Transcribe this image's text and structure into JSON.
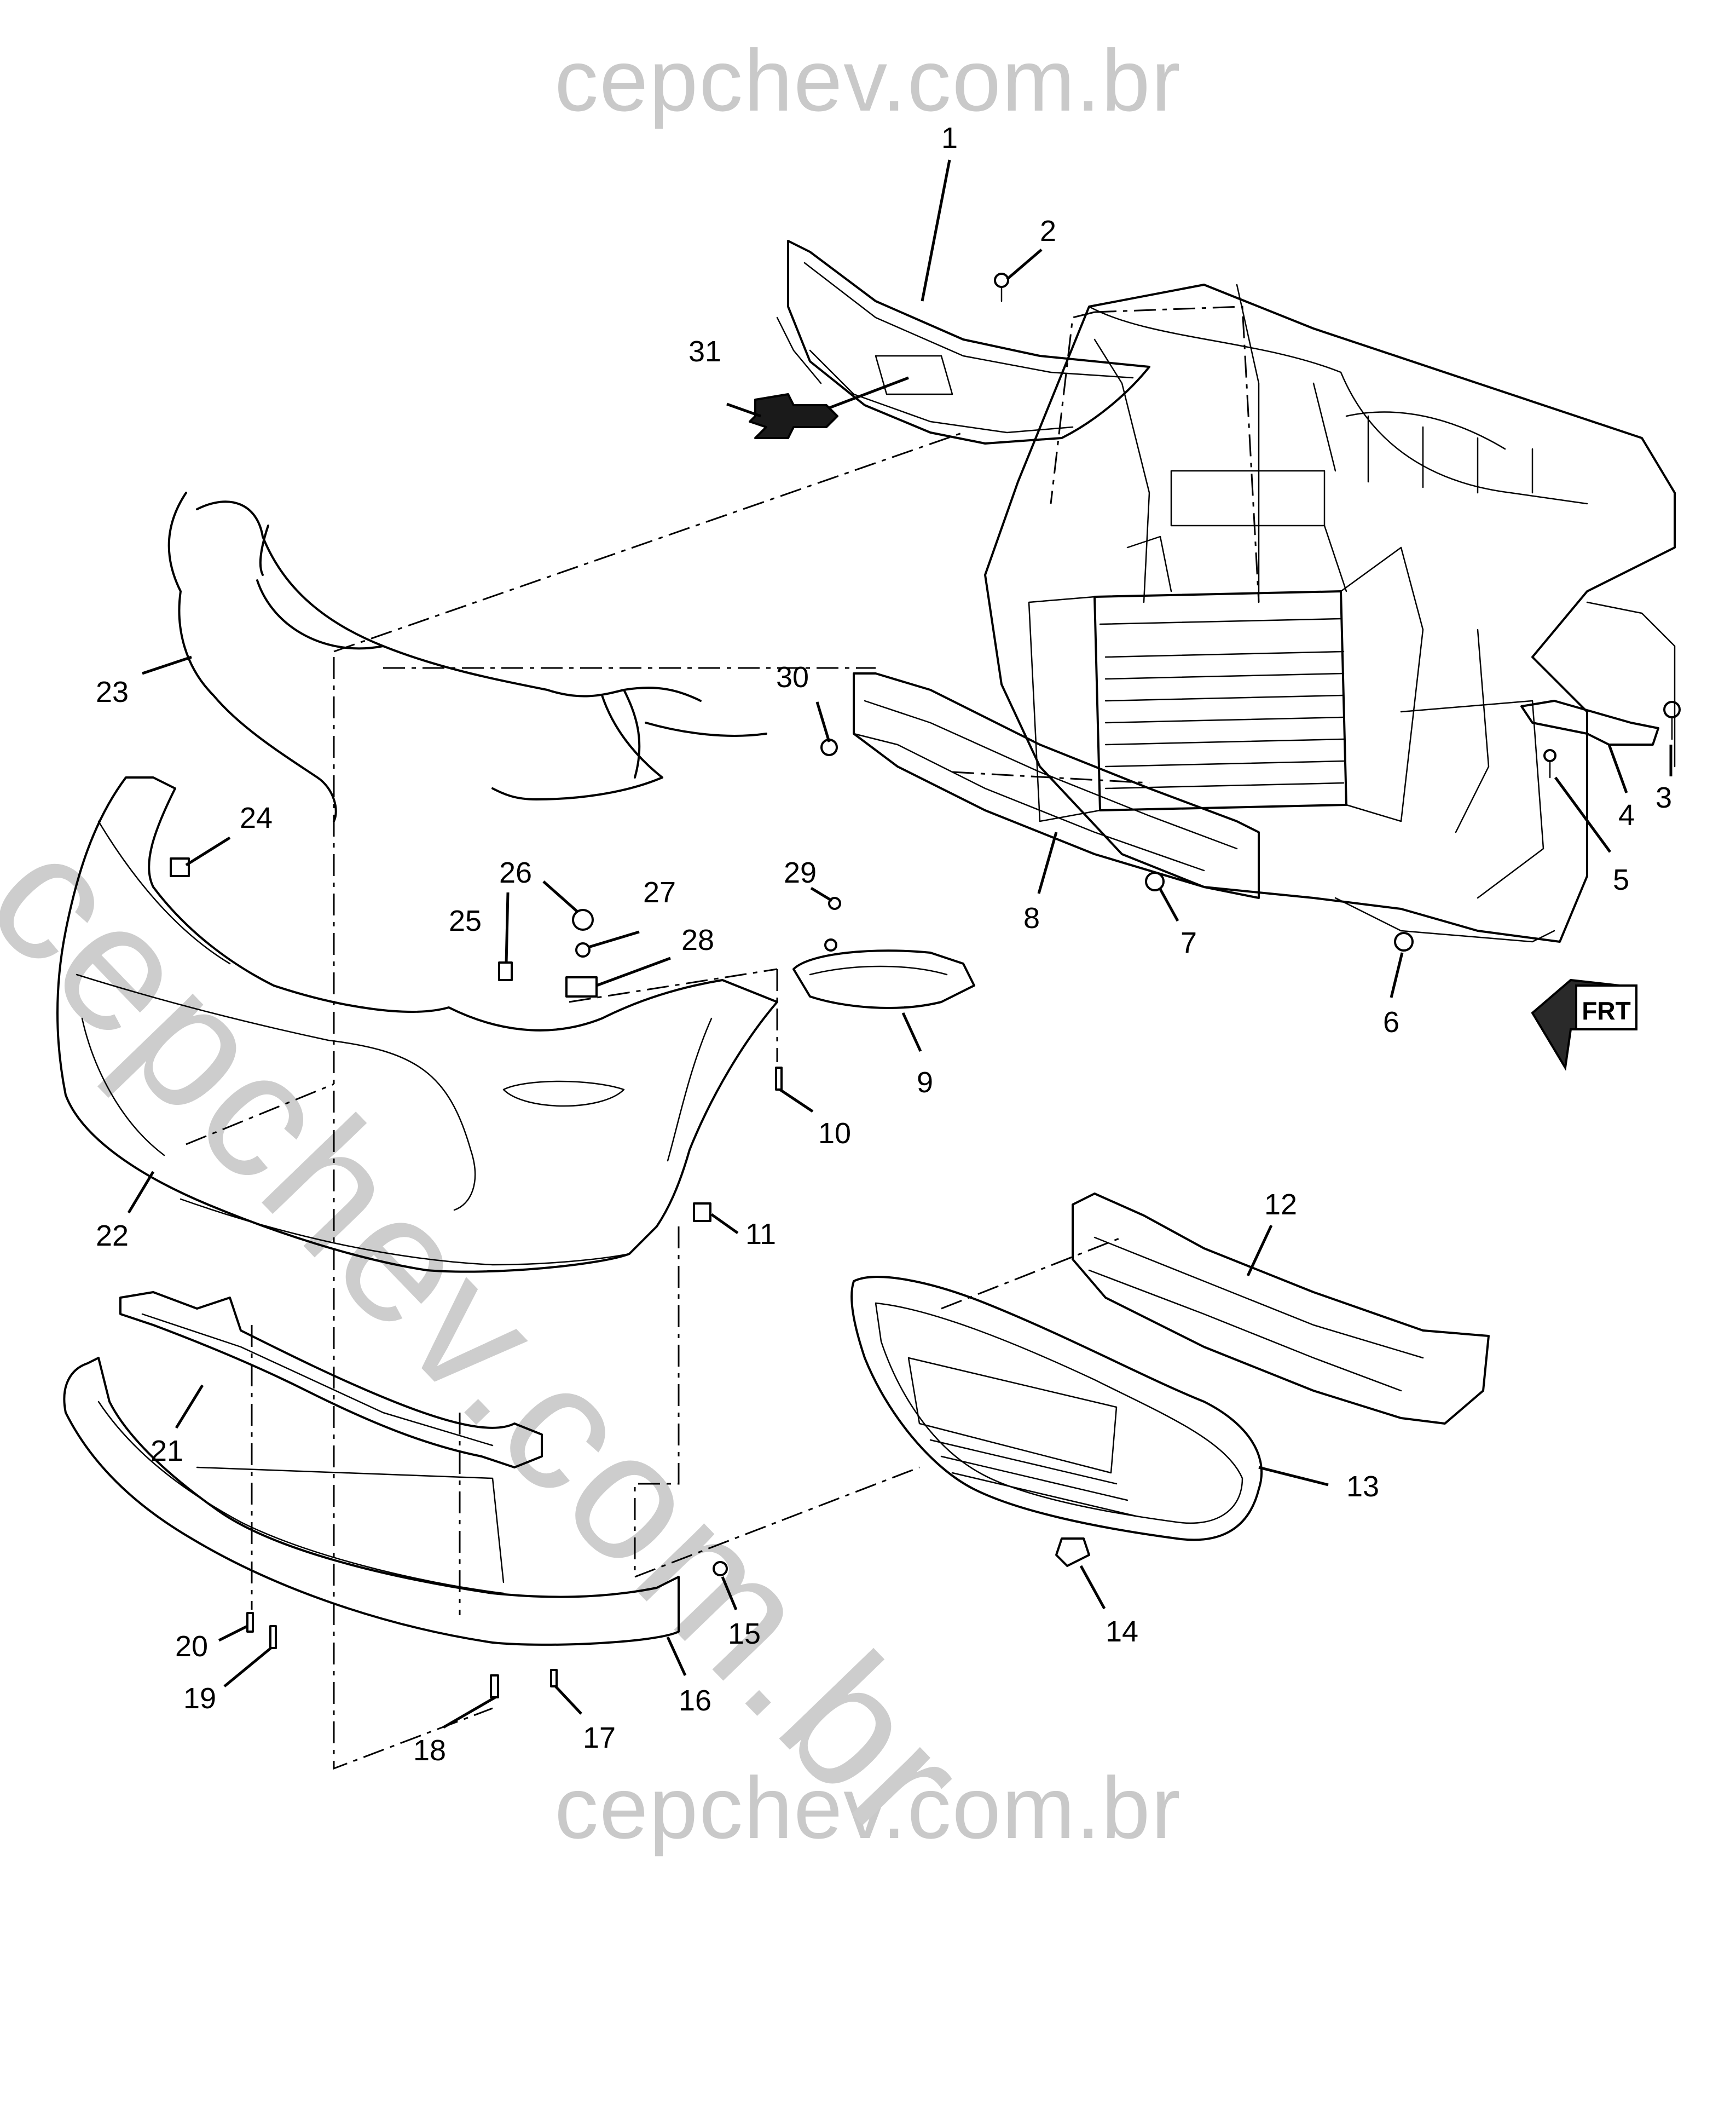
{
  "watermark": {
    "top": "cepchev.com.br",
    "bottom": "cepchev.com.br",
    "diagonal": "cepchev.com.br"
  },
  "orientation_badge": {
    "label": "FRT",
    "icon": "front-arrow-icon"
  },
  "callouts": [
    {
      "id": "1",
      "label": "1"
    },
    {
      "id": "2",
      "label": "2"
    },
    {
      "id": "3",
      "label": "3"
    },
    {
      "id": "4",
      "label": "4"
    },
    {
      "id": "5",
      "label": "5"
    },
    {
      "id": "6",
      "label": "6"
    },
    {
      "id": "7",
      "label": "7"
    },
    {
      "id": "8",
      "label": "8"
    },
    {
      "id": "9",
      "label": "9"
    },
    {
      "id": "10",
      "label": "10"
    },
    {
      "id": "11",
      "label": "11"
    },
    {
      "id": "12",
      "label": "12"
    },
    {
      "id": "13",
      "label": "13"
    },
    {
      "id": "14",
      "label": "14"
    },
    {
      "id": "15",
      "label": "15"
    },
    {
      "id": "16",
      "label": "16"
    },
    {
      "id": "17",
      "label": "17"
    },
    {
      "id": "18",
      "label": "18"
    },
    {
      "id": "19",
      "label": "19"
    },
    {
      "id": "20",
      "label": "20"
    },
    {
      "id": "21",
      "label": "21"
    },
    {
      "id": "22",
      "label": "22"
    },
    {
      "id": "23",
      "label": "23"
    },
    {
      "id": "24",
      "label": "24"
    },
    {
      "id": "25",
      "label": "25"
    },
    {
      "id": "26",
      "label": "26"
    },
    {
      "id": "27",
      "label": "27"
    },
    {
      "id": "28",
      "label": "28"
    },
    {
      "id": "29",
      "label": "29"
    },
    {
      "id": "30",
      "label": "30"
    },
    {
      "id": "31",
      "label": "31"
    }
  ]
}
